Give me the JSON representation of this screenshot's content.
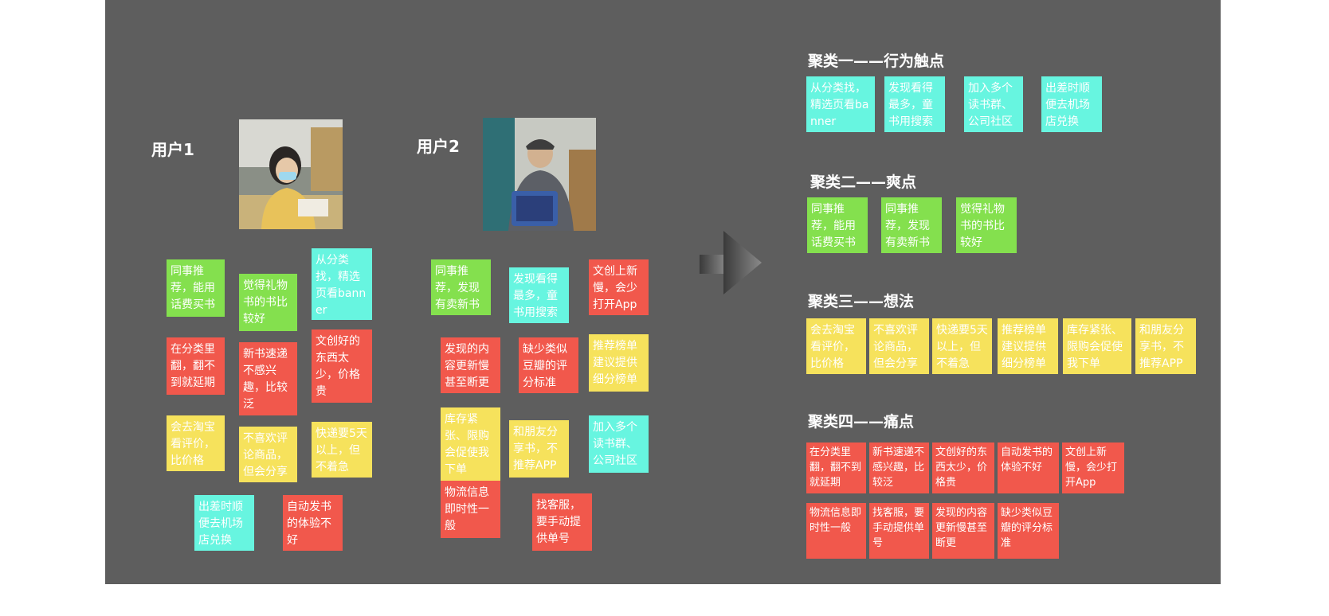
{
  "colors": {
    "background": "#5e5e5e",
    "green": "#84e04e",
    "cyan": "#67f5e0",
    "red": "#f1584c",
    "yellow": "#f6e25c"
  },
  "user1": {
    "label": "用户1",
    "notes": [
      {
        "text": "同事推荐，能用话费买书",
        "color": "green"
      },
      {
        "text": "觉得礼物书的书比较好",
        "color": "green"
      },
      {
        "text": "从分类找，精选页看banner",
        "color": "cyan"
      },
      {
        "text": "在分类里翻，翻不到就延期",
        "color": "red"
      },
      {
        "text": "新书速递不感兴趣，比较泛",
        "color": "red"
      },
      {
        "text": "文创好的东西太少，价格贵",
        "color": "red"
      },
      {
        "text": "会去淘宝看评价，比价格",
        "color": "yellow"
      },
      {
        "text": "不喜欢评论商品，但会分享",
        "color": "yellow"
      },
      {
        "text": "快递要5天以上，但不着急",
        "color": "yellow"
      },
      {
        "text": "出差时顺便去机场店兑换",
        "color": "cyan"
      },
      {
        "text": "自动发书的体验不好",
        "color": "red"
      }
    ]
  },
  "user2": {
    "label": "用户2",
    "notes": [
      {
        "text": "同事推荐，发现有卖新书",
        "color": "green"
      },
      {
        "text": "发现看得最多，童书用搜索",
        "color": "cyan"
      },
      {
        "text": "文创上新慢，会少打开App",
        "color": "red"
      },
      {
        "text": "发现的内容更新慢甚至断更",
        "color": "red"
      },
      {
        "text": "缺少类似豆瓣的评分标准",
        "color": "red"
      },
      {
        "text": "推荐榜单建议提供细分榜单",
        "color": "yellow"
      },
      {
        "text": "库存紧张、限购会促使我下单",
        "color": "yellow"
      },
      {
        "text": "和朋友分享书，不推荐APP",
        "color": "yellow"
      },
      {
        "text": "加入多个读书群、公司社区",
        "color": "cyan"
      },
      {
        "text": "物流信息即时性一般",
        "color": "red"
      },
      {
        "text": "找客服，要手动提供单号",
        "color": "red"
      }
    ]
  },
  "clusters": [
    {
      "title": "聚类一——行为触点",
      "notes": [
        {
          "text": "从分类找，精选页看banner",
          "color": "cyan"
        },
        {
          "text": "发现看得最多，童书用搜索",
          "color": "cyan"
        },
        {
          "text": "加入多个读书群、公司社区",
          "color": "cyan"
        },
        {
          "text": "出差时顺便去机场店兑换",
          "color": "cyan"
        }
      ]
    },
    {
      "title": "聚类二——爽点",
      "notes": [
        {
          "text": "同事推荐，能用话费买书",
          "color": "green"
        },
        {
          "text": "同事推荐，发现有卖新书",
          "color": "green"
        },
        {
          "text": "觉得礼物书的书比较好",
          "color": "green"
        }
      ]
    },
    {
      "title": "聚类三——想法",
      "notes": [
        {
          "text": "会去淘宝看评价，比价格",
          "color": "yellow"
        },
        {
          "text": "不喜欢评论商品，但会分享",
          "color": "yellow"
        },
        {
          "text": "快递要5天以上，但不着急",
          "color": "yellow"
        },
        {
          "text": "推荐榜单建议提供细分榜单",
          "color": "yellow"
        },
        {
          "text": "库存紧张、限购会促使我下单",
          "color": "yellow"
        },
        {
          "text": "和朋友分享书，不推荐APP",
          "color": "yellow"
        }
      ]
    },
    {
      "title": "聚类四——痛点",
      "notes": [
        {
          "text": "在分类里翻，翻不到就延期",
          "color": "red"
        },
        {
          "text": "新书速递不感兴趣，比较泛",
          "color": "red"
        },
        {
          "text": "文创好的东西太少，价格贵",
          "color": "red"
        },
        {
          "text": "自动发书的体验不好",
          "color": "red"
        },
        {
          "text": "文创上新慢，会少打开App",
          "color": "red"
        },
        {
          "text": "物流信息即时性一般",
          "color": "red"
        },
        {
          "text": "找客服，要手动提供单号",
          "color": "red"
        },
        {
          "text": "发现的内容更新慢甚至断更",
          "color": "red"
        },
        {
          "text": "缺少类似豆瓣的评分标准",
          "color": "red"
        }
      ]
    }
  ]
}
